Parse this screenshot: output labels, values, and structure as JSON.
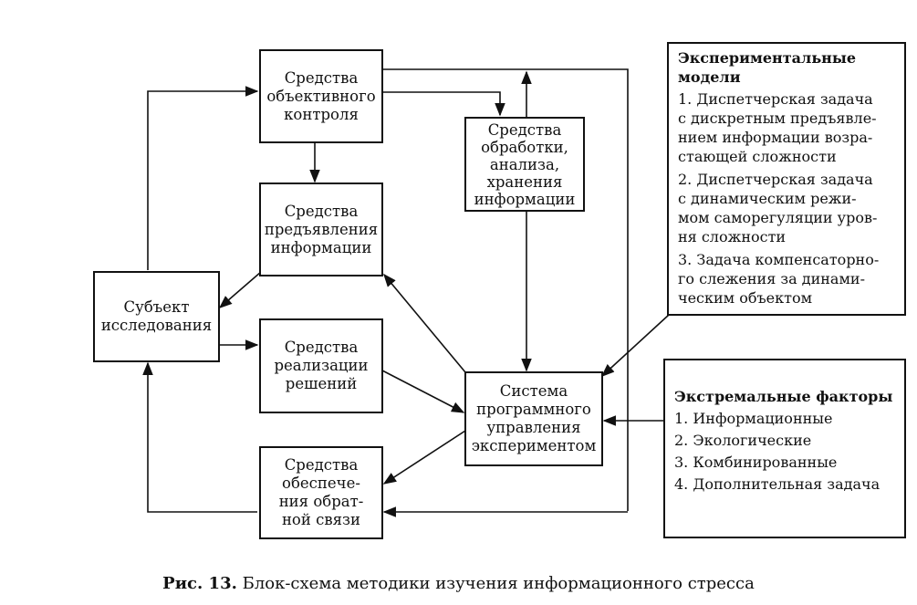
{
  "boxes": {
    "objective_control": [
      "Средства",
      "объективного",
      "контроля"
    ],
    "processing": [
      "Средства",
      "обработки,",
      "анализа,",
      "хранения",
      "информации"
    ],
    "presentation": [
      "Средства",
      "предъявления",
      "информации"
    ],
    "subject": [
      "Субъект",
      "исследования"
    ],
    "realization": [
      "Средства",
      "реализации",
      "решений"
    ],
    "control_system": [
      "Система",
      "программного",
      "управления",
      "экспериментом"
    ],
    "feedback": [
      "Средства",
      "обеспече-",
      "ния обрат-",
      "ной связи"
    ]
  },
  "models_panel": {
    "title_lines": [
      "Экспериментальные",
      "модели"
    ],
    "items": [
      [
        "1. Диспетчерская задача",
        "с дискретным предъявле-",
        "нием информации возра-",
        "стающей сложности"
      ],
      [
        "2. Диспетчерская задача",
        "с динамическим режи-",
        "мом саморегуляции уров-",
        "ня сложности"
      ],
      [
        "3. Задача компенсаторно-",
        "го слежения за динами-",
        "ческим объектом"
      ]
    ]
  },
  "factors_panel": {
    "title": "Экстремальные факторы",
    "items": [
      "1. Информационные",
      "2.  Экологические",
      "3. Комбинированные",
      "4. Дополнительная задача"
    ]
  },
  "caption": {
    "label": "Рис. 13.",
    "text": " Блок-схема методики изучения информационного стресса"
  }
}
